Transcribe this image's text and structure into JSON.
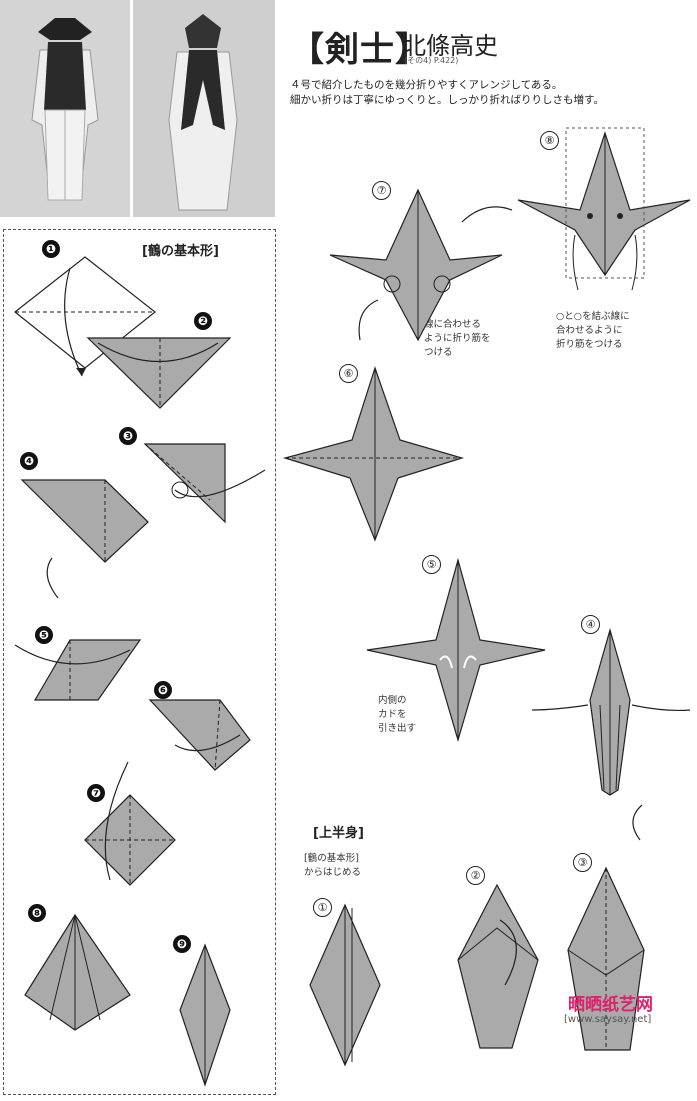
{
  "header": {
    "title": "【剣士】",
    "author": "北條高史",
    "reference": "(その4) P.422)",
    "intro_lines": [
      "４号で紹介したものを幾分折りやすくアレンジしてある。",
      "細かい折りは丁寧にゆっくりと。しっかり折ればりりしさも増す。"
    ]
  },
  "left_panel": {
    "section_title": "[鶴の基本形]",
    "steps": [
      "❶",
      "❷",
      "❸",
      "❹",
      "❺",
      "❻",
      "❼",
      "❽",
      "❾"
    ]
  },
  "right_panel": {
    "steps": [
      "①",
      "②",
      "③",
      "④",
      "⑤",
      "⑥",
      "⑦",
      "⑧"
    ],
    "upper_body": {
      "title": "[上半身]",
      "note_lines": [
        "[鶴の基本形]",
        "からはじめる"
      ]
    },
    "note_step5": [
      "内側の",
      "カドを",
      "引き出す"
    ],
    "note_step7": [
      "線に合わせる",
      "ように折り筋を",
      "つける"
    ],
    "note_step8": [
      "○と○を結ぶ線に",
      "合わせるように",
      "折り筋をつける"
    ]
  },
  "watermark": {
    "text": "晒晒纸艺网",
    "url": "[www.saysay.net]",
    "color_red": "#e0206a",
    "color_blue": "#2060c0"
  },
  "colors": {
    "paper": "#aaaaaa",
    "paper_light": "#c8c8c8",
    "line": "#222222",
    "photo_bg": "#d9d9d9"
  }
}
